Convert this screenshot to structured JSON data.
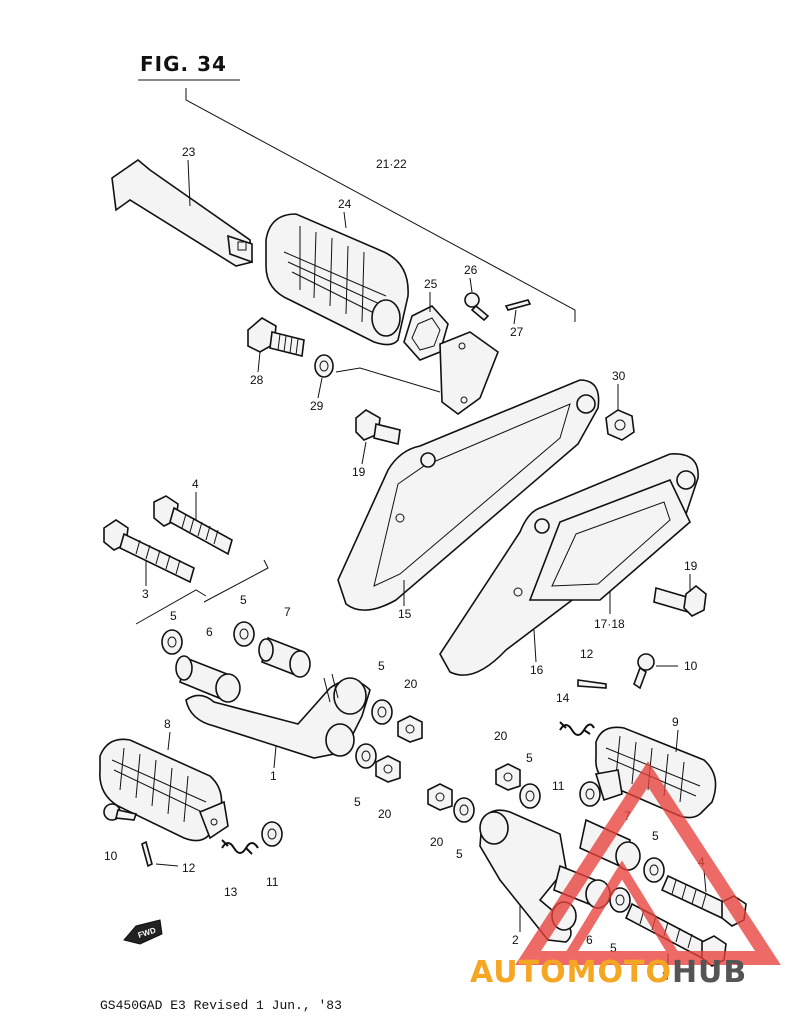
{
  "figure": {
    "title": "FIG. 34"
  },
  "footer": {
    "model": "GS450GAD E3",
    "revision": "Revised 1 Jun., '83"
  },
  "fwd_label": "FWD",
  "watermark": {
    "part_a": "AUTOMOTO",
    "part_b": "HUB",
    "color_a": "#f5a623",
    "color_b": "#555555",
    "mark_color": "#e8413c"
  },
  "callouts": {
    "c23": "23",
    "c21_22": "21·22",
    "c24": "24",
    "c25": "25",
    "c26": "26",
    "c27": "27",
    "c28": "28",
    "c29": "29",
    "c30": "30",
    "c19a": "19",
    "c4a": "4",
    "c3": "3",
    "c5a": "5",
    "c5b": "5",
    "c6a": "6",
    "c7": "7",
    "c15": "15",
    "c16": "16",
    "c17_18": "17·18",
    "c19b": "19",
    "c12a": "12",
    "c10a": "10",
    "c5c": "5",
    "c20a": "20",
    "c14": "14",
    "c8": "8",
    "c1": "1",
    "c5d": "5",
    "c20b": "20",
    "c9": "9",
    "c20c": "20",
    "c5e": "5",
    "c11a": "11",
    "c10b": "10",
    "c12b": "12",
    "c13": "13",
    "c11b": "11",
    "c20d": "20",
    "c5f": "5",
    "c7b": "7",
    "c5g": "5",
    "c4b": "4",
    "c2": "2",
    "c6b": "6",
    "c5h": "5",
    "c3b": "3"
  }
}
